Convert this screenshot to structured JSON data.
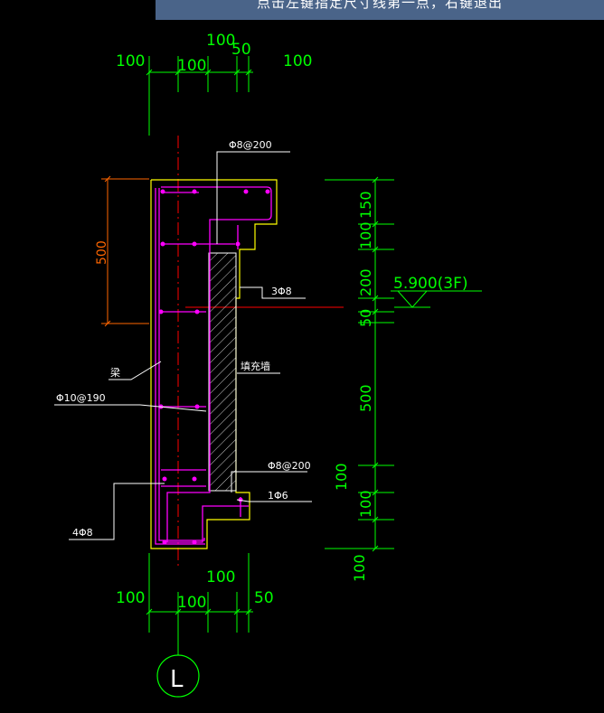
{
  "prompt": "点击左键指定尺寸线第一点，右键退出",
  "colors": {
    "background": "#000000",
    "dimension": "#00ff00",
    "concrete_outline": "#ffff00",
    "rebar": "#ff00ff",
    "leader": "#ffffff",
    "axis": "#ff0000",
    "height_dimension": "#ff6600",
    "hatch": "#ffffff",
    "prompt_bar": "#4a6489"
  },
  "top_dimensions": {
    "upper_overall": "100",
    "left": "100",
    "middle": "100",
    "right_small": "50",
    "far_right": "100"
  },
  "bottom_dimensions": {
    "upper_overall": "100",
    "left": "100",
    "middle": "100",
    "right_small": "50"
  },
  "left_height_dim": "500",
  "right_dimensions": [
    "150",
    "100",
    "200",
    "50",
    "500",
    "100",
    "100",
    "100"
  ],
  "elevation_label": "5.900(3F)",
  "rebar_labels": {
    "top_stirrup": "Φ8@200",
    "ledge_bars": "3Φ8",
    "beam": "梁",
    "infill_wall": "填充墙",
    "vertical_bars": "Φ10@190",
    "bottom_stirrup": "Φ8@200",
    "bottom_bar": "1Φ6",
    "bottom_bars": "4Φ8"
  },
  "axis_label": "L"
}
